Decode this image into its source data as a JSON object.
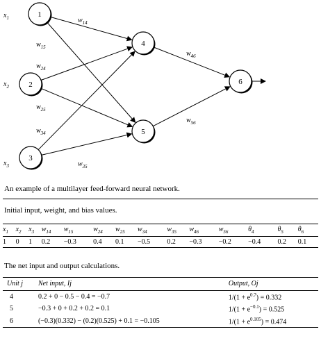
{
  "diagram": {
    "nodes": [
      {
        "id": "1",
        "label": "1"
      },
      {
        "id": "2",
        "label": "2"
      },
      {
        "id": "3",
        "label": "3"
      },
      {
        "id": "4",
        "label": "4"
      },
      {
        "id": "5",
        "label": "5"
      },
      {
        "id": "6",
        "label": "6"
      }
    ],
    "inputs": [
      "x1",
      "x2",
      "x3"
    ],
    "edges": [
      {
        "from": "1",
        "to": "4",
        "label": "w14"
      },
      {
        "from": "1",
        "to": "5",
        "label": "w15"
      },
      {
        "from": "2",
        "to": "4",
        "label": "w24"
      },
      {
        "from": "2",
        "to": "5",
        "label": "w25"
      },
      {
        "from": "3",
        "to": "4",
        "label": "w34"
      },
      {
        "from": "3",
        "to": "5",
        "label": "w35"
      },
      {
        "from": "4",
        "to": "6",
        "label": "w46"
      },
      {
        "from": "5",
        "to": "6",
        "label": "w56"
      }
    ]
  },
  "caption": "An example of a multilayer feed-forward neural network.",
  "initial": {
    "title": "Initial input, weight, and bias values.",
    "headers": [
      "x1",
      "x2",
      "x3",
      "w14",
      "w15",
      "w24",
      "w25",
      "w34",
      "w35",
      "w46",
      "w56",
      "θ4",
      "θ5",
      "θ6"
    ],
    "values": [
      "1",
      "0",
      "1",
      "0.2",
      "−0.3",
      "0.4",
      "0.1",
      "−0.5",
      "0.2",
      "−0.3",
      "−0.2",
      "−0.4",
      "0.2",
      "0.1"
    ]
  },
  "net": {
    "title": "The net input and output calculations.",
    "headers": [
      "Unit j",
      "Net input, Ij",
      "Output, Oj"
    ],
    "rows": [
      {
        "unit": "4",
        "net": "0.2 + 0 − 0.5 − 0.4 = −0.7",
        "output": "1/(1 + e^0.7) = 0.332"
      },
      {
        "unit": "5",
        "net": "−0.3 + 0 + 0.2 + 0.2 = 0.1",
        "output": "1/(1 + e^−0.1) = 0.525"
      },
      {
        "unit": "6",
        "net": "(−0.3)(0.332) − (0.2)(0.525) + 0.1 = −0.105",
        "output": "1/(1 + e^0.105) = 0.474"
      }
    ]
  }
}
